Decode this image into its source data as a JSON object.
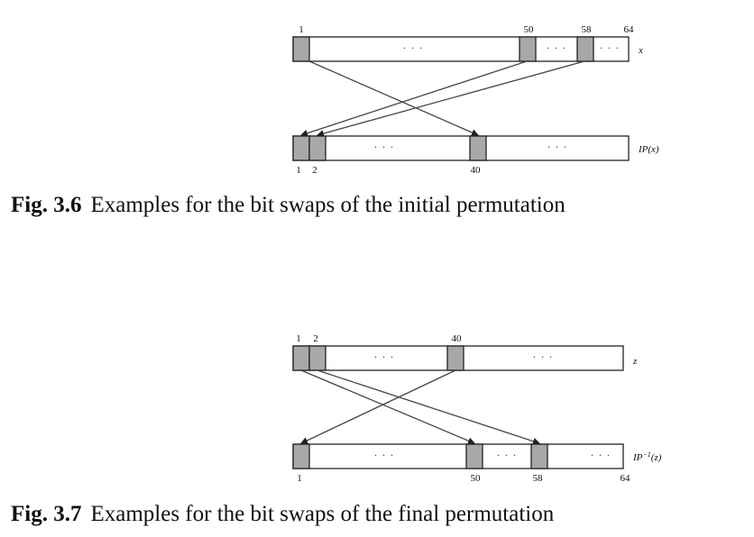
{
  "figure_1": {
    "top_positions": [
      "1",
      "50",
      "58",
      "64"
    ],
    "top_var": "x",
    "bottom_positions": [
      "1",
      "2",
      "40"
    ],
    "bottom_var": "IP(x)",
    "ellipsis": "· · ·",
    "caption_num": "Fig. 3.6",
    "caption_text": "Examples for the bit swaps of the initial permutation"
  },
  "figure_2": {
    "top_positions": [
      "1",
      "2",
      "40"
    ],
    "top_var": "z",
    "bottom_positions": [
      "1",
      "50",
      "58",
      "64"
    ],
    "bottom_var_base": "IP",
    "bottom_var_sup": "−1",
    "bottom_var_arg": "(z)",
    "ellipsis": "· · ·",
    "caption_num": "Fig. 3.7",
    "caption_text": "Examples for the bit swaps of the final permutation"
  }
}
